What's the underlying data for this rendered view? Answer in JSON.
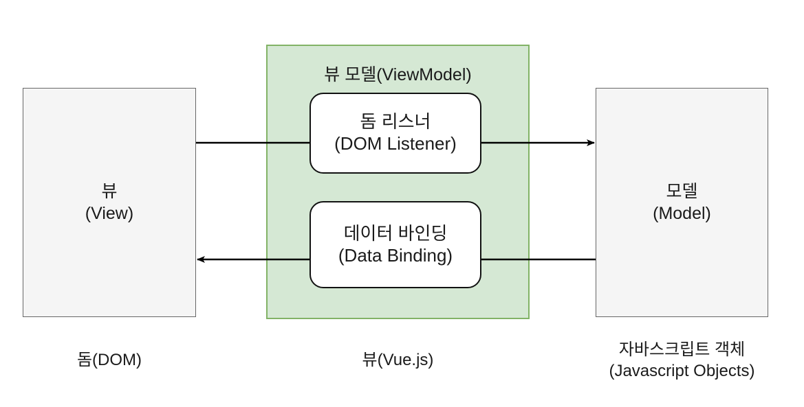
{
  "diagram": {
    "title": "Vue.js MVVM data-flow diagram",
    "colors": {
      "panel_fill": "#d5e8d4",
      "panel_stroke": "#82b366",
      "box_fill": "#f5f5f5",
      "box_stroke": "#666666",
      "round_box_fill": "#ffffff",
      "round_box_stroke": "#111111",
      "arrow": "#000000",
      "background": "#ffffff",
      "text": "#1a1a1a"
    },
    "nodes": {
      "view": {
        "line1": "뷰",
        "line2": "(View)",
        "caption": "돔(DOM)"
      },
      "viewmodel": {
        "title": "뷰 모델(ViewModel)",
        "caption": "뷰(Vue.js)",
        "children": [
          {
            "line1": "돔 리스너",
            "line2": "(DOM Listener)"
          },
          {
            "line1": "데이터 바인딩",
            "line2": "(Data Binding)"
          }
        ]
      },
      "model": {
        "line1": "모델",
        "line2": "(Model)",
        "caption_line1": "자바스크립트 객체",
        "caption_line2": "(Javascript Objects)"
      }
    },
    "edges": [
      {
        "name": "view-to-model",
        "from": "뷰 (View)",
        "through": "돔 리스너 (DOM Listener)",
        "to": "모델 (Model)",
        "direction": "right",
        "label": ""
      },
      {
        "name": "model-to-view",
        "from": "모델 (Model)",
        "through": "데이터 바인딩 (Data Binding)",
        "to": "뷰 (View)",
        "direction": "left",
        "label": ""
      }
    ]
  }
}
